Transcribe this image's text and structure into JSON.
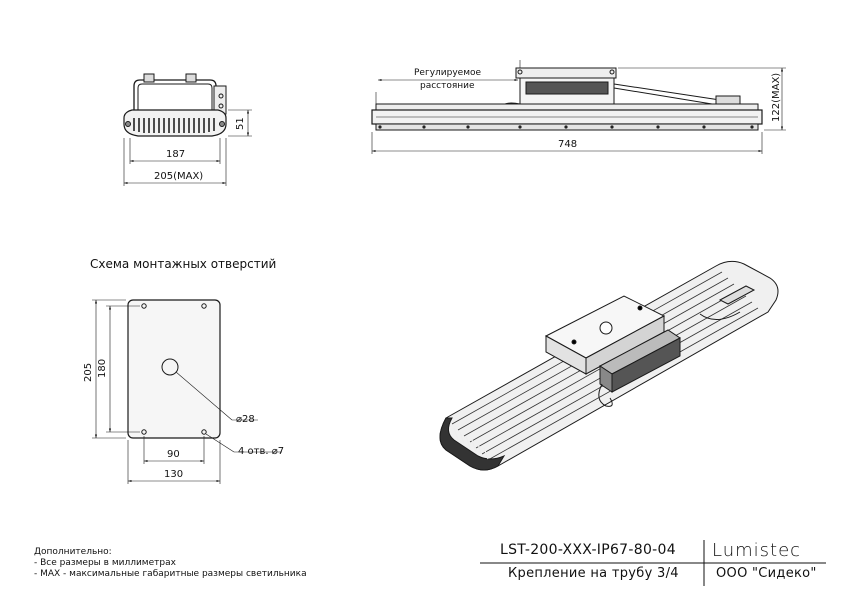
{
  "side_view": {
    "dim_width_inner": "187",
    "dim_width_max": "205(MAX)",
    "dim_height": "51"
  },
  "front_view": {
    "adjustable_line1": "Регулируемое",
    "adjustable_line2": "расстояние",
    "dim_length": "748",
    "dim_height_max": "122(MAX)"
  },
  "mounting": {
    "title": "Схема монтажных отверстий",
    "dim_205": "205",
    "dim_180": "180",
    "dim_90": "90",
    "dim_130": "130",
    "hole_center": "28",
    "holes_label": "4 отв.",
    "holes_dia": "7"
  },
  "notes": {
    "heading": "Дополнительно:",
    "line1": "- Все размеры в миллиметрах",
    "line2": "- MAX - максимальные габаритные размеры светильника"
  },
  "title_block": {
    "model": "LST-200-XXX-IP67-80-04",
    "brand": "Lumistec",
    "description": "Крепление на трубу 3/4",
    "company": "ООО \"Сидеко\""
  },
  "colors": {
    "line": "#1a1a1a",
    "fill_light": "#e6e6e6",
    "fill_mid": "#bdbdbd",
    "fill_dark": "#4a4a4a"
  }
}
